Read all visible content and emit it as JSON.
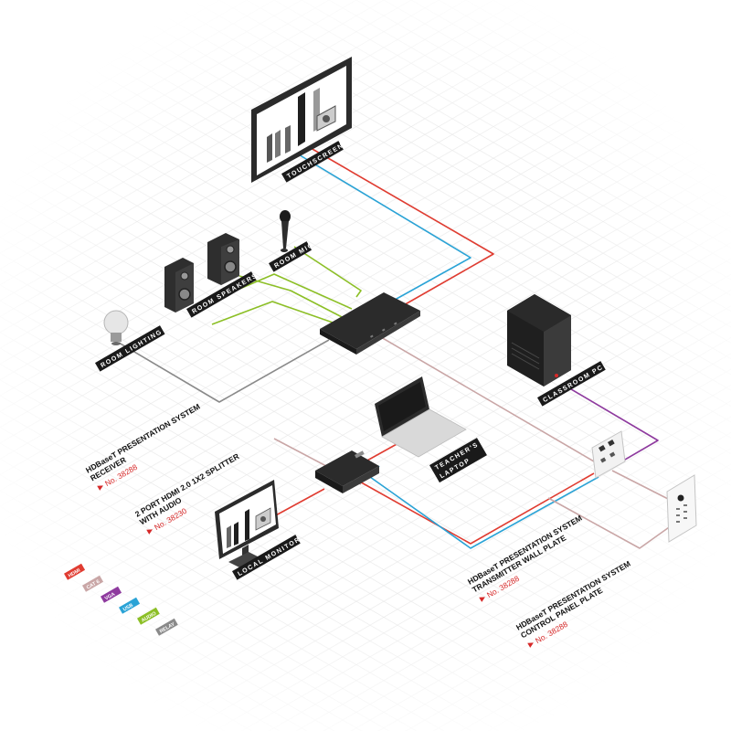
{
  "devices": {
    "touchscreen": "TOUCHSCREEN",
    "room_mic": "ROOM MIC",
    "room_speakers": "ROOM SPEAKERS",
    "room_lighting": "ROOM LIGHTING",
    "classroom_pc": "CLASSROOM PC",
    "teachers_laptop_line1": "TEACHER'S",
    "teachers_laptop_line2": "LAPTOP",
    "local_monitor": "LOCAL MONITOR"
  },
  "products": [
    {
      "line1": "HDBaseT PRESENTATION SYSTEM",
      "line2": "RECEIVER",
      "number": "No. 38288"
    },
    {
      "line1": "2 PORT HDMI 2.0 1X2 SPLITTER",
      "line2": "WITH AUDIO",
      "number": "No. 38230"
    },
    {
      "line1": "HDBaseT PRESENTATION SYSTEM",
      "line2": "TRANSMITTER WALL PLATE",
      "number": "No. 38288"
    },
    {
      "line1": "HDBaseT PRESENTATION SYSTEM",
      "line2": "CONTROL PANEL PLATE",
      "number": "No. 38288"
    }
  ],
  "legend": [
    {
      "label": "HDMI",
      "color": "#e03c31"
    },
    {
      "label": "CAT 6",
      "color": "#c9a6a6"
    },
    {
      "label": "VGA",
      "color": "#8e3a9e"
    },
    {
      "label": "USB",
      "color": "#2aa3d6"
    },
    {
      "label": "AUDIO",
      "color": "#8cbf26"
    },
    {
      "label": "RELAY",
      "color": "#8a8a8a"
    }
  ],
  "colors": {
    "hdmi": "#e03c31",
    "cat6": "#c9a6a6",
    "vga": "#8e3a9e",
    "usb": "#2aa3d6",
    "audio": "#8cbf26",
    "relay": "#8a8a8a"
  },
  "icons": {
    "number_marker": "red-arrow-icon"
  }
}
